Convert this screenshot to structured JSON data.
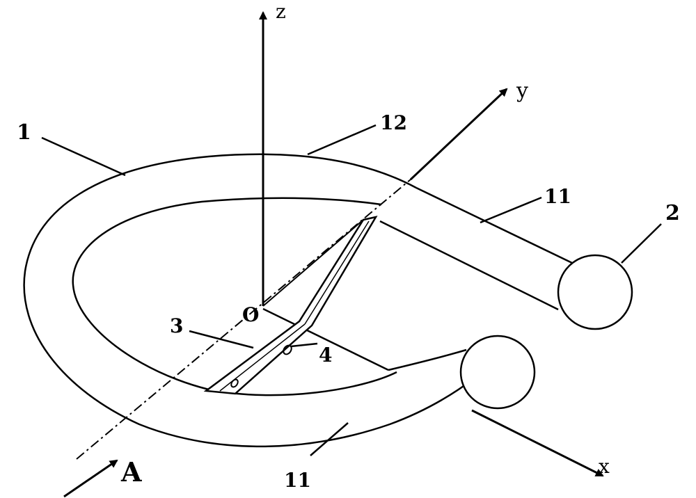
{
  "axes": {
    "z": "z",
    "y": "y",
    "x": "x",
    "origin": "O"
  },
  "labels": {
    "part1": "1",
    "part2": "2",
    "part3": "3",
    "part4": "4",
    "part11_upper": "11",
    "part11_lower": "11",
    "part12": "12",
    "view_a": "A"
  },
  "colors": {
    "ink": "#000000",
    "paper": "#ffffff"
  }
}
